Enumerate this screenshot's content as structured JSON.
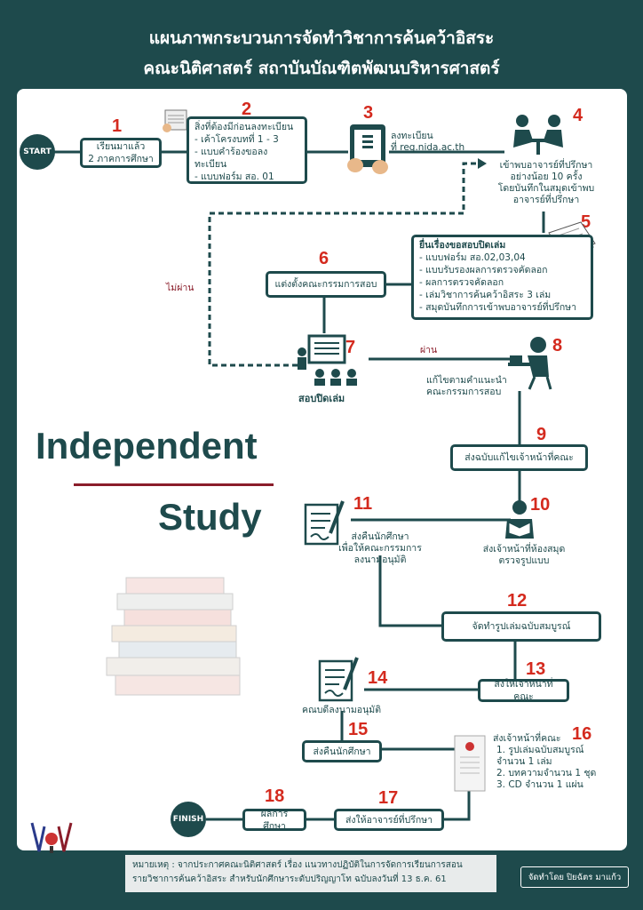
{
  "header": {
    "title_line1": "แผนภาพกระบวนการจัดทำวิชาการค้นคว้าอิสระ",
    "title_line2": "คณะนิติศาสตร์ สถาบันบัณฑิตพัฒนบริหารศาสตร์"
  },
  "start_label": "START",
  "finish_label": "FINISH",
  "steps": {
    "s1": {
      "num": "1",
      "text1": "เรียนมาแล้ว",
      "text2": "2 ภาคการศึกษา"
    },
    "s2": {
      "num": "2",
      "head": "สิ่งที่ต้องมีก่อนลงทะเบียน",
      "items": [
        "เค้าโครงบทที่ 1 - 3",
        "แบบคำร้องขอลงทะเบียน",
        "แบบฟอร์ม สอ. 01"
      ]
    },
    "s3": {
      "num": "3",
      "text1": "ลงทะเบียน",
      "text2": "ที่ reg.nida.ac.th"
    },
    "s4": {
      "num": "4",
      "text1": "เข้าพบอาจารย์ที่ปรึกษา",
      "text2": "อย่างน้อย 10 ครั้ง",
      "text3": "โดยบันทึกในสมุดเข้าพบ",
      "text4": "อาจารย์ที่ปรึกษา"
    },
    "s5": {
      "num": "5",
      "head": "ยื่นเรื่องขอสอบปิดเล่ม",
      "items": [
        "แบบฟอร์ม สอ.02,03,04",
        "แบบรับรองผลการตรวจคัดลอก",
        "ผลการตรวจคัดลอก",
        "เล่มวิชาการค้นคว้าอิสระ 3 เล่ม",
        "สมุดบันทึกการเข้าพบอาจารย์ที่ปรึกษา"
      ]
    },
    "s6": {
      "num": "6",
      "text": "แต่งตั้งคณะกรรมการสอบ"
    },
    "s7": {
      "num": "7",
      "text": "สอบปิดเล่ม"
    },
    "s8": {
      "num": "8",
      "text1": "แก้ไขตามคำแนะนำ",
      "text2": "คณะกรรมการสอบ"
    },
    "s9": {
      "num": "9",
      "text": "ส่งฉบับแก้ไขเจ้าหน้าที่คณะ"
    },
    "s10": {
      "num": "10",
      "text1": "ส่งเจ้าหน้าที่ห้องสมุด",
      "text2": "ตรวจรูปแบบ"
    },
    "s11": {
      "num": "11",
      "text1": "ส่งคืนนักศึกษา",
      "text2": "เพื่อให้คณะกรรมการ",
      "text3": "ลงนามอนุมัติ"
    },
    "s12": {
      "num": "12",
      "text": "จัดทำรูปเล่มฉบับสมบูรณ์"
    },
    "s13": {
      "num": "13",
      "text": "ส่งให้เจ้าหน้าที่คณะ"
    },
    "s14": {
      "num": "14",
      "text": "คณบดีลงนามอนุมัติ"
    },
    "s15": {
      "num": "15",
      "text": "ส่งคืนนักศึกษา"
    },
    "s16": {
      "num": "16",
      "head": "ส่งเจ้าหน้าที่คณะ",
      "items": [
        "1. รูปเล่มฉบับสมบูรณ์",
        "จำนวน 1 เล่ม",
        "2. บทความจำนวน 1 ชุด",
        "3. CD จำนวน 1 แผ่น"
      ]
    },
    "s17": {
      "num": "17",
      "text": "ส่งให้อาจารย์ที่ปรึกษา"
    },
    "s18": {
      "num": "18",
      "text": "ผลการศึกษา"
    }
  },
  "labels": {
    "fail": "ไม่ผ่าน",
    "pass": "ผ่าน"
  },
  "big_title": {
    "line1": "Independent",
    "line2": "Study"
  },
  "footer": {
    "note_line1": "หมายเหตุ : จากประกาศคณะนิติศาสตร์ เรื่อง แนวทางปฏิบัติในการจัดการเรียนการสอน",
    "note_line2": "รายวิชาการค้นคว้าอิสระ สำหรับนักศึกษาระดับปริญญาโท ฉบับลงวันที่ 13 ธ.ค. 61",
    "credit": "จัดทำโดย ปิยฉัตร มาแก้ว"
  },
  "colors": {
    "primary": "#1e4a4c",
    "number": "#d42a1e",
    "accent": "#8a1d2a",
    "fail": "#8a1d2a"
  }
}
